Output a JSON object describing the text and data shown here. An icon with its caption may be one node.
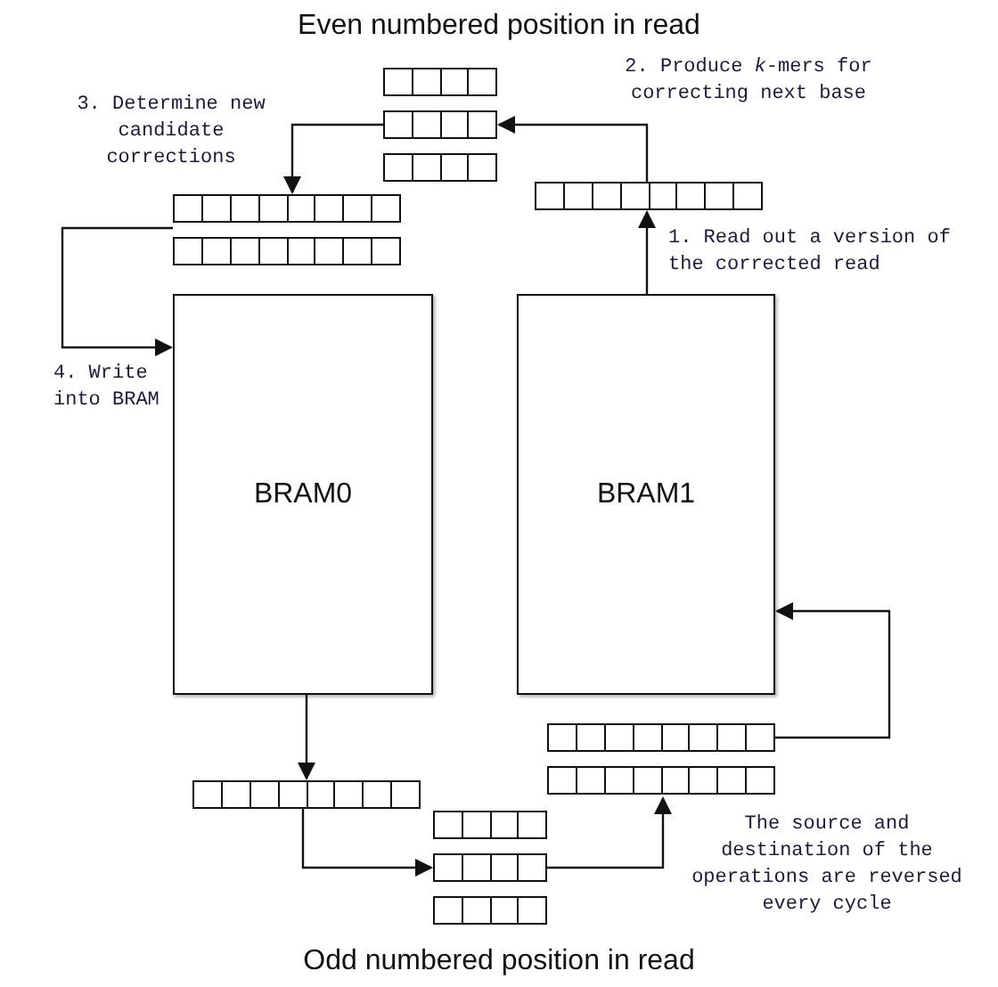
{
  "diagram": {
    "title": "Even numbered position in read",
    "caption": "Odd numbered position in read",
    "nodes": [
      {
        "text": [
          "BRAM0"
        ]
      },
      {
        "text": [
          "BRAM1"
        ]
      },
      {
        "text": [],
        "shape": "box"
      },
      {
        "text": [],
        "shape": "box"
      },
      {
        "text": [],
        "shape": "box"
      },
      {
        "text": [],
        "shape": "box"
      },
      {
        "text": [],
        "shape": "box"
      },
      {
        "text": [],
        "shape": "box"
      },
      {
        "text": [],
        "shape": "box"
      },
      {
        "text": [],
        "shape": "box"
      },
      {
        "text": [],
        "shape": "box"
      },
      {
        "text": [],
        "shape": "box"
      },
      {
        "text": [],
        "shape": "box"
      },
      {
        "text": [],
        "shape": "box"
      }
    ],
    "edges": [
      {
        "from": 1,
        "to": 5,
        "arrow": "to"
      },
      {
        "from": 5,
        "to": 3,
        "arrow": "to"
      },
      {
        "from": 3,
        "to": 6,
        "arrow": "to"
      },
      {
        "from": 6,
        "to": 0,
        "arrow": "to"
      },
      {
        "from": 0,
        "to": 10,
        "arrow": "to"
      },
      {
        "from": 10,
        "to": 12,
        "arrow": "to"
      },
      {
        "from": 12,
        "to": 9,
        "arrow": "to"
      },
      {
        "from": 8,
        "to": 1,
        "arrow": "to"
      }
    ],
    "labels": [
      "2. Produce *k*-mers for correcting next base",
      "3. Determine new candidate corrections",
      "1. Read out a version of the corrected read",
      "4. Write into BRAM",
      "The source and destination of the operations are reversed every cycle"
    ]
  }
}
